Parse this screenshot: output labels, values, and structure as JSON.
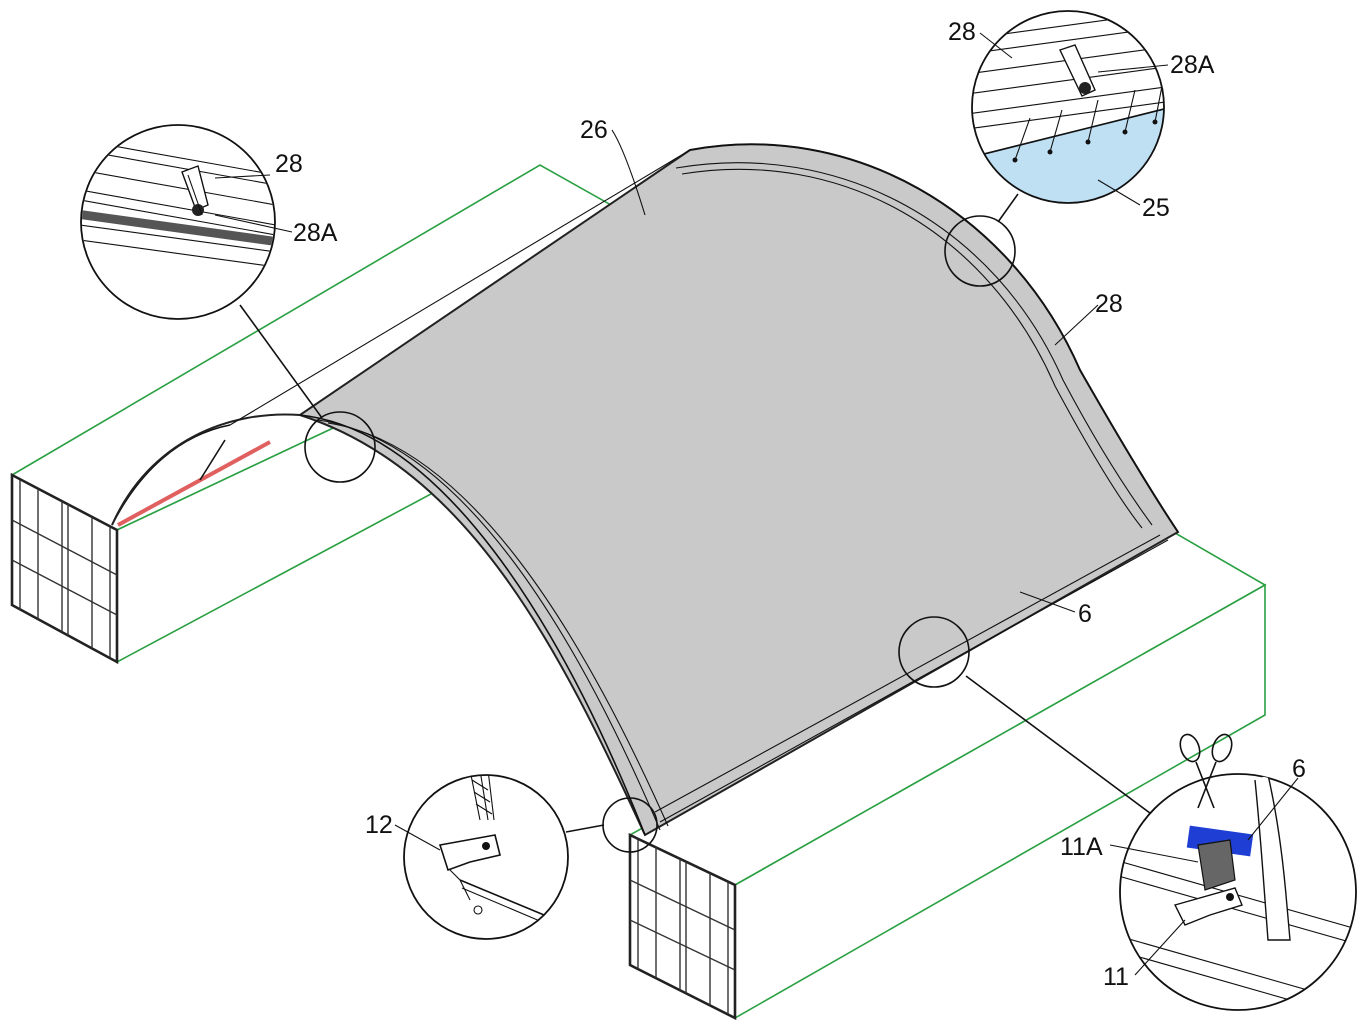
{
  "labels": {
    "roof_cover": "26",
    "top_left_frame": "28",
    "top_left_clip": "28A",
    "top_right_frame": "28",
    "top_right_clip": "28A",
    "top_right_insulation": "25",
    "side_frame": "28",
    "edge_rail": "6",
    "bottom_left_bracket": "12",
    "detail_rail": "6",
    "detail_clip": "11A",
    "detail_bracket": "11"
  },
  "colors": {
    "container_outline": "#2aa043",
    "roof_fill": "#c9c9c9",
    "insulation": "#bfe0f3",
    "strap_blue": "#1f3fd4",
    "truss_red": "#e06060"
  },
  "icons": {
    "cut": "scissors-icon"
  }
}
